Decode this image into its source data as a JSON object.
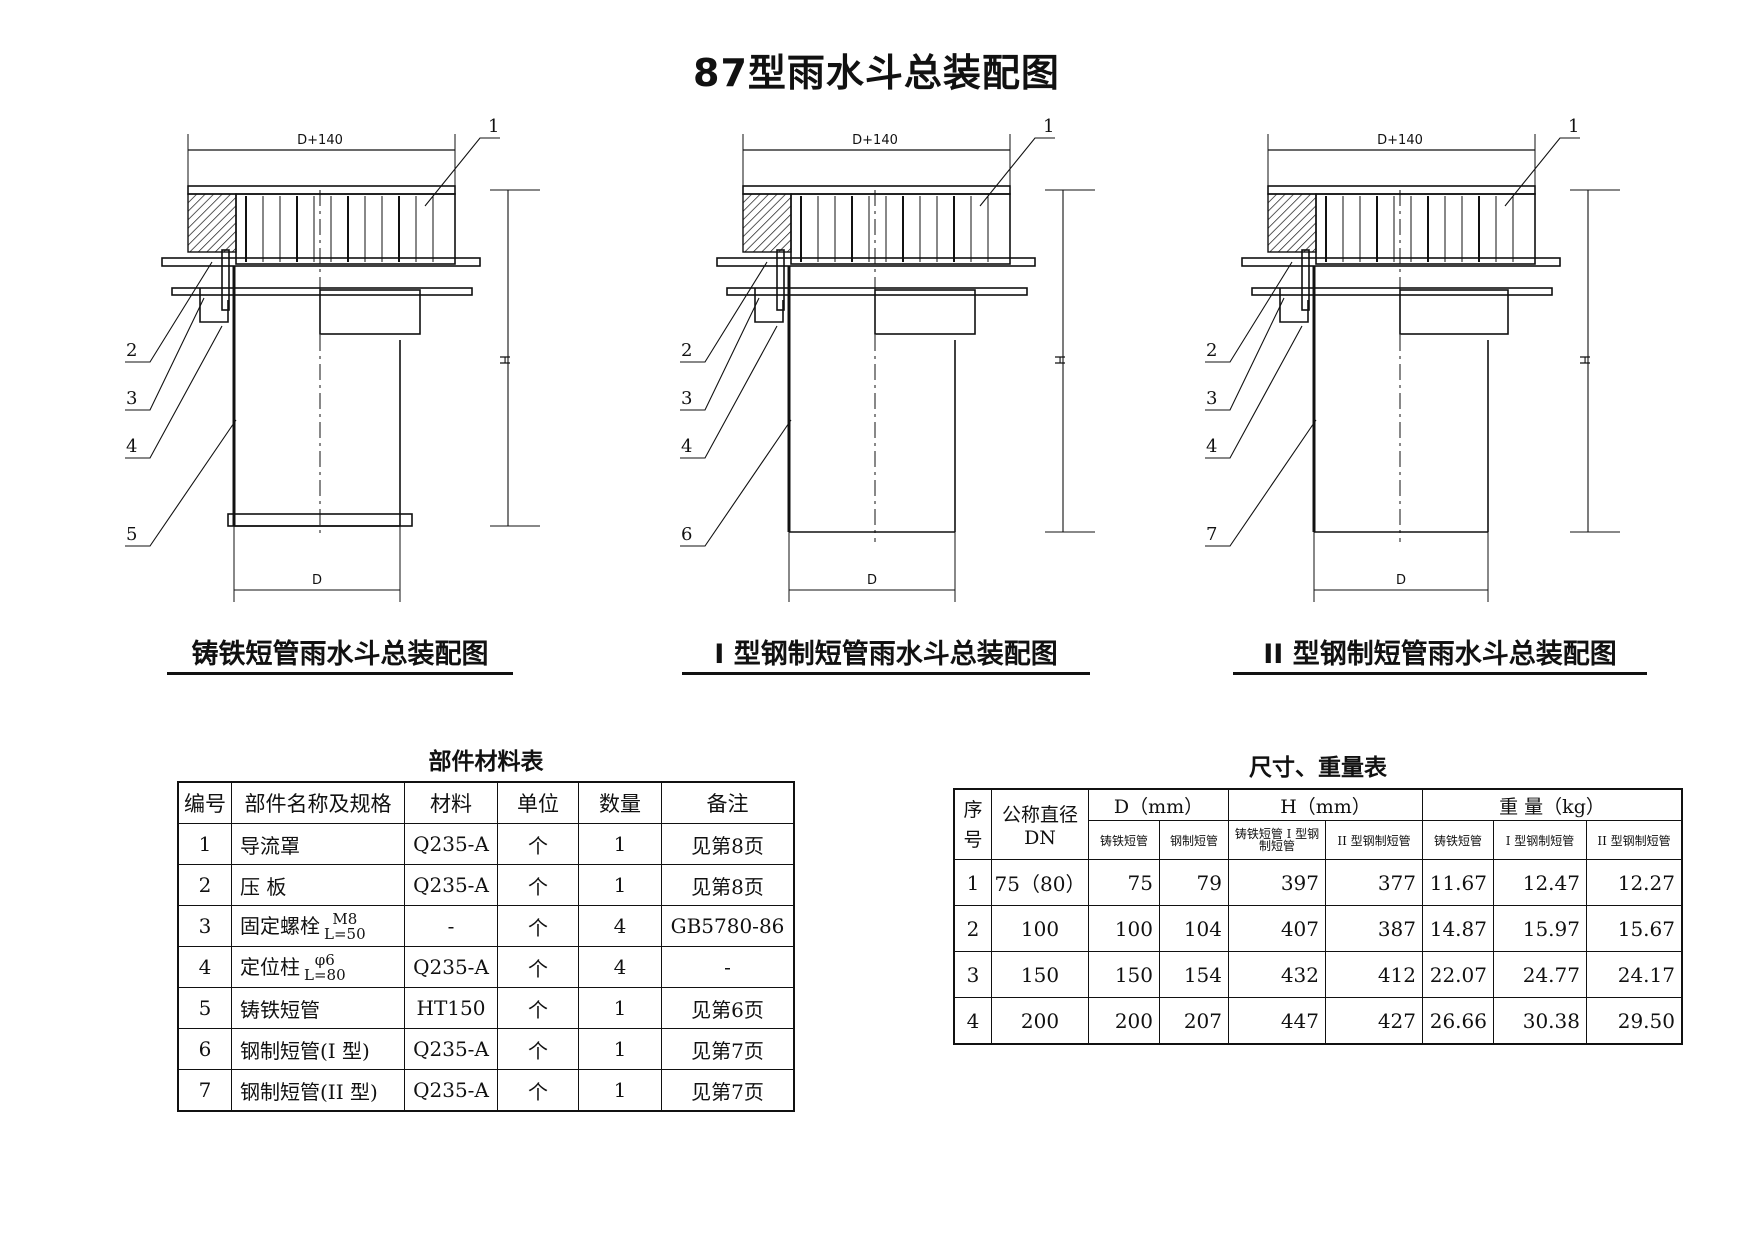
{
  "title": "87型雨水斗总装配图",
  "drawings": [
    {
      "caption": "铸铁短管雨水斗总装配图",
      "callouts": [
        "1",
        "2",
        "3",
        "4",
        "5"
      ],
      "dim_top": "D+140",
      "dim_bottom": "D",
      "dim_side": "H"
    },
    {
      "caption": "I 型钢制短管雨水斗总装配图",
      "callouts": [
        "1",
        "2",
        "3",
        "4",
        "6"
      ],
      "dim_top": "D+140",
      "dim_bottom": "D",
      "dim_side": "H"
    },
    {
      "caption": "II 型钢制短管雨水斗总装配图",
      "callouts": [
        "1",
        "2",
        "3",
        "4",
        "7"
      ],
      "dim_top": "D+140",
      "dim_bottom": "D",
      "dim_side": "H"
    }
  ],
  "parts_table": {
    "title": "部件材料表",
    "headers": [
      "编号",
      "部件名称及规格",
      "材料",
      "单位",
      "数量",
      "备注"
    ],
    "rows": [
      {
        "no": "1",
        "name": "导流罩",
        "sub_top": "",
        "sub_bottom": "",
        "material": "Q235-A",
        "unit": "个",
        "qty": "1",
        "note": "见第8页"
      },
      {
        "no": "2",
        "name": "压 板",
        "sub_top": "",
        "sub_bottom": "",
        "material": "Q235-A",
        "unit": "个",
        "qty": "1",
        "note": "见第8页"
      },
      {
        "no": "3",
        "name": "固定螺栓",
        "sub_top": "M8",
        "sub_bottom": "L=50",
        "material": "-",
        "unit": "个",
        "qty": "4",
        "note": "GB5780-86"
      },
      {
        "no": "4",
        "name": "定位柱",
        "sub_top": "φ6",
        "sub_bottom": "L=80",
        "material": "Q235-A",
        "unit": "个",
        "qty": "4",
        "note": "-"
      },
      {
        "no": "5",
        "name": "铸铁短管",
        "sub_top": "",
        "sub_bottom": "",
        "material": "HT150",
        "unit": "个",
        "qty": "1",
        "note": "见第6页"
      },
      {
        "no": "6",
        "name": "钢制短管(I 型)",
        "sub_top": "",
        "sub_bottom": "",
        "material": "Q235-A",
        "unit": "个",
        "qty": "1",
        "note": "见第7页"
      },
      {
        "no": "7",
        "name": "钢制短管(II 型)",
        "sub_top": "",
        "sub_bottom": "",
        "material": "Q235-A",
        "unit": "个",
        "qty": "1",
        "note": "见第7页"
      }
    ]
  },
  "dims_table": {
    "title": "尺寸、重量表",
    "h_seq": "序号",
    "h_dn": "公称直径",
    "h_dn2": "DN",
    "h_d": "D（mm）",
    "h_h": "H（mm）",
    "h_w": "重 量（kg）",
    "sub": [
      "铸铁短管",
      "钢制短管",
      "铸铁短管 I 型钢制短管",
      "II 型钢制短管",
      "铸铁短管",
      "I 型钢制短管",
      "II 型钢制短管"
    ],
    "rows": [
      [
        "1",
        "75（80）",
        "75",
        "79",
        "397",
        "377",
        "11.67",
        "12.47",
        "12.27"
      ],
      [
        "2",
        "100",
        "100",
        "104",
        "407",
        "387",
        "14.87",
        "15.97",
        "15.67"
      ],
      [
        "3",
        "150",
        "150",
        "154",
        "432",
        "412",
        "22.07",
        "24.77",
        "24.17"
      ],
      [
        "4",
        "200",
        "200",
        "207",
        "447",
        "427",
        "26.66",
        "30.38",
        "29.50"
      ]
    ]
  }
}
